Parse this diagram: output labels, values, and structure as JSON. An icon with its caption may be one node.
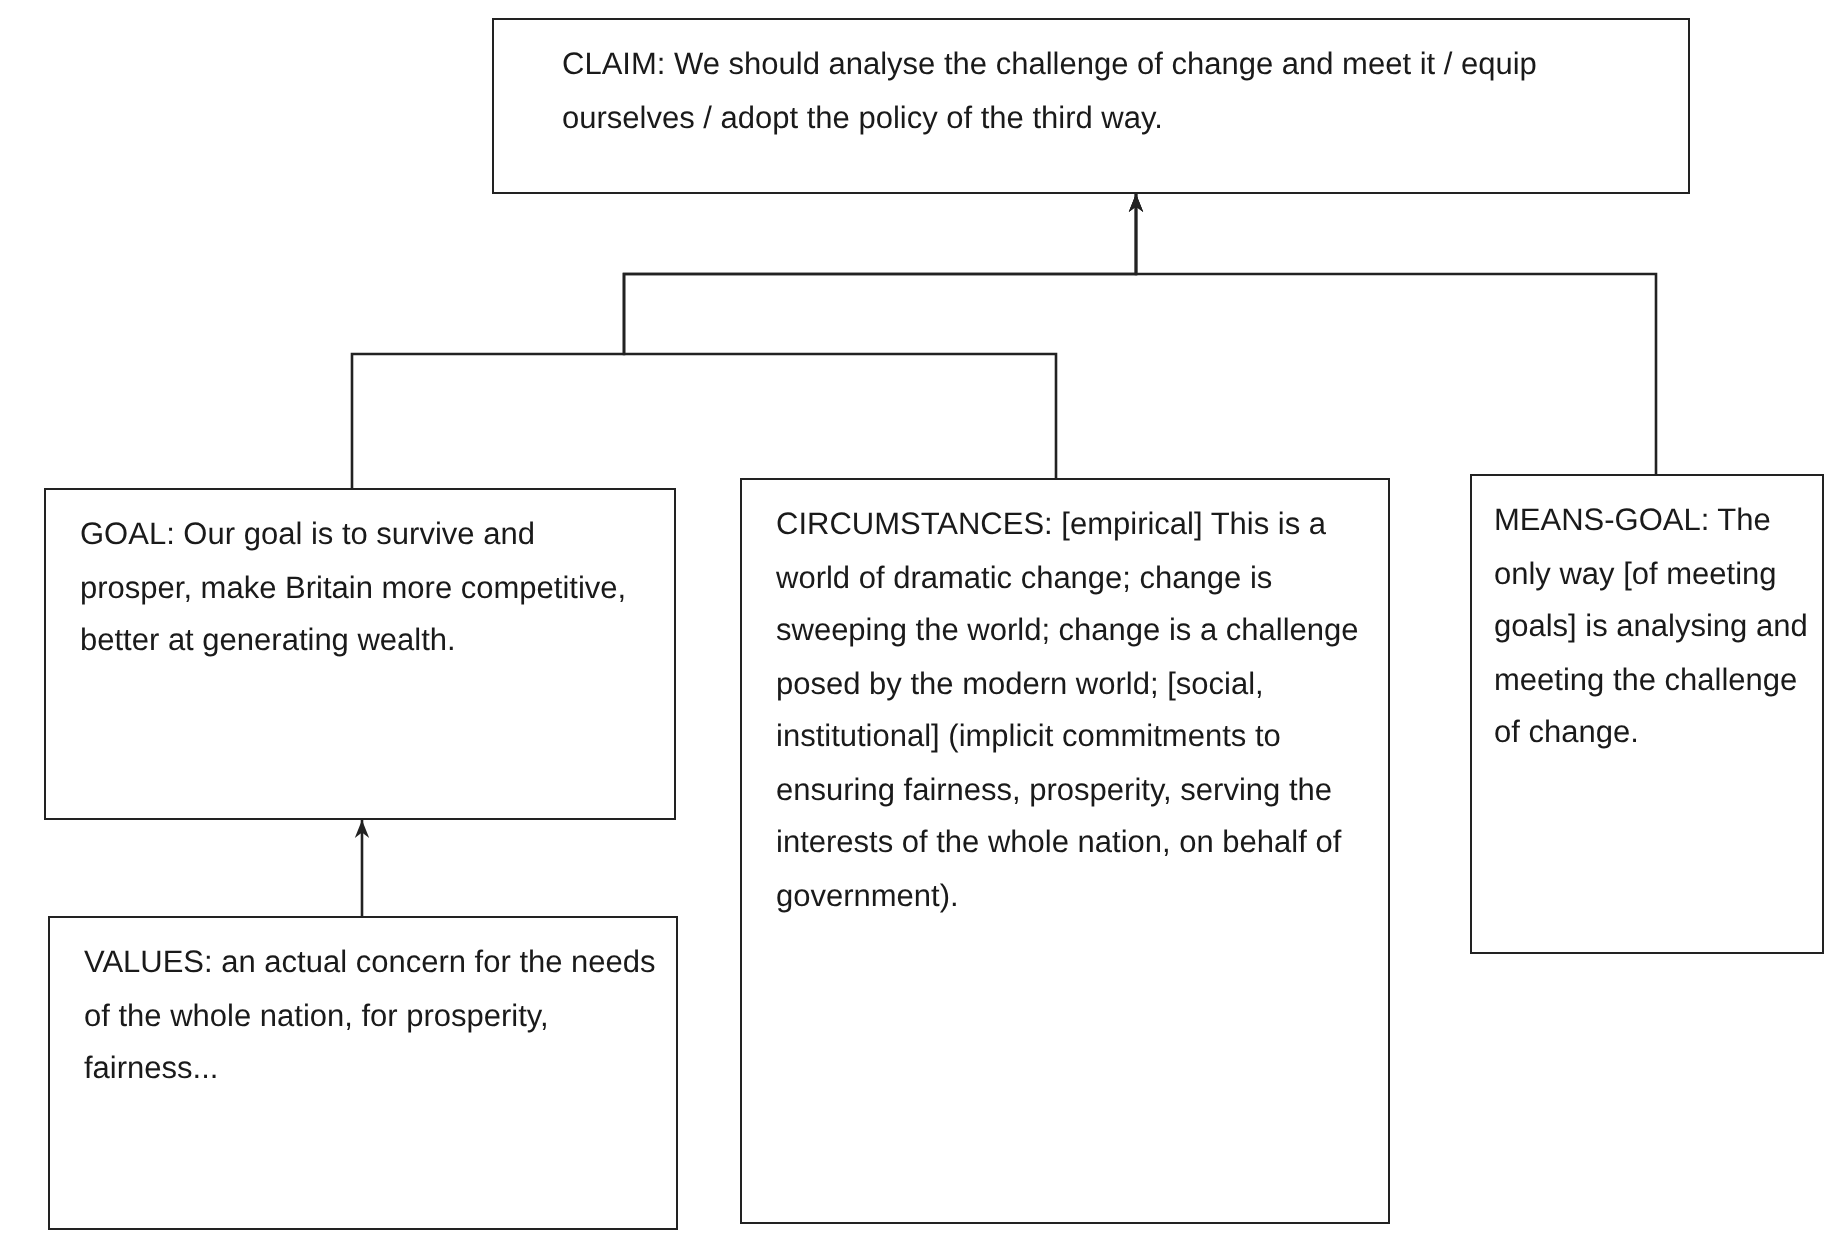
{
  "diagram": {
    "nodes": [
      {
        "text": [
          "CLAIM: We should analyse the challenge of change and meet it / equip ourselves / adopt the policy of the third way."
        ]
      },
      {
        "text": [
          "GOAL: Our goal is to survive and prosper, make Britain more competitive, better at generating wealth."
        ]
      },
      {
        "text": [
          "CIRCUMSTANCES: [empirical] This is a world of dramatic change; change is sweeping the world; change is a challenge posed by the modern world; [social, institutional] (implicit commitments to ensuring fairness, prosperity, serving the interests of the whole nation, on behalf of government)."
        ]
      },
      {
        "text": [
          "MEANS-GOAL: The only way [of meeting goals] is analysing and meeting the challenge of change."
        ]
      },
      {
        "text": [
          "VALUES: an actual concern for the needs of the whole nation, for prosperity, fairness..."
        ]
      }
    ],
    "edges": [
      {
        "from": 1,
        "to": 0,
        "arrow": "to"
      },
      {
        "from": 2,
        "to": 0,
        "arrow": "to"
      },
      {
        "from": 3,
        "to": 0,
        "arrow": "to"
      },
      {
        "from": 4,
        "to": 1,
        "arrow": "to"
      }
    ]
  }
}
